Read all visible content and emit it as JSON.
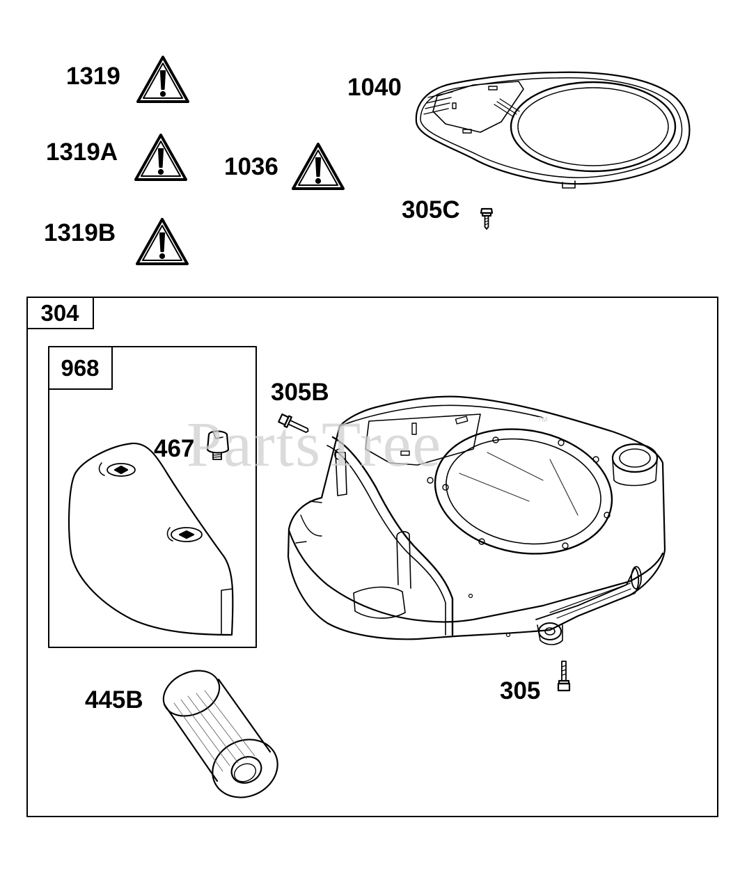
{
  "diagram": {
    "watermark": "PartsTree",
    "watermark_mark": "TM",
    "groups": [
      {
        "id": "304",
        "label": "304"
      },
      {
        "id": "968",
        "label": "968"
      }
    ],
    "parts": [
      {
        "id": "1319",
        "label": "1319",
        "icon": "warning-triangle-icon"
      },
      {
        "id": "1319A",
        "label": "1319A",
        "icon": "warning-triangle-icon"
      },
      {
        "id": "1319B",
        "label": "1319B",
        "icon": "warning-triangle-icon"
      },
      {
        "id": "1036",
        "label": "1036",
        "icon": "warning-triangle-icon"
      },
      {
        "id": "1040",
        "label": "1040",
        "icon": "blower-housing-cover-icon"
      },
      {
        "id": "305C",
        "label": "305C",
        "icon": "screw-icon"
      },
      {
        "id": "305B",
        "label": "305B",
        "icon": "screw-icon"
      },
      {
        "id": "467",
        "label": "467",
        "icon": "knob-icon"
      },
      {
        "id": "445B",
        "label": "445B",
        "icon": "air-filter-cartridge-icon"
      },
      {
        "id": "305",
        "label": "305",
        "icon": "screw-icon"
      }
    ]
  }
}
